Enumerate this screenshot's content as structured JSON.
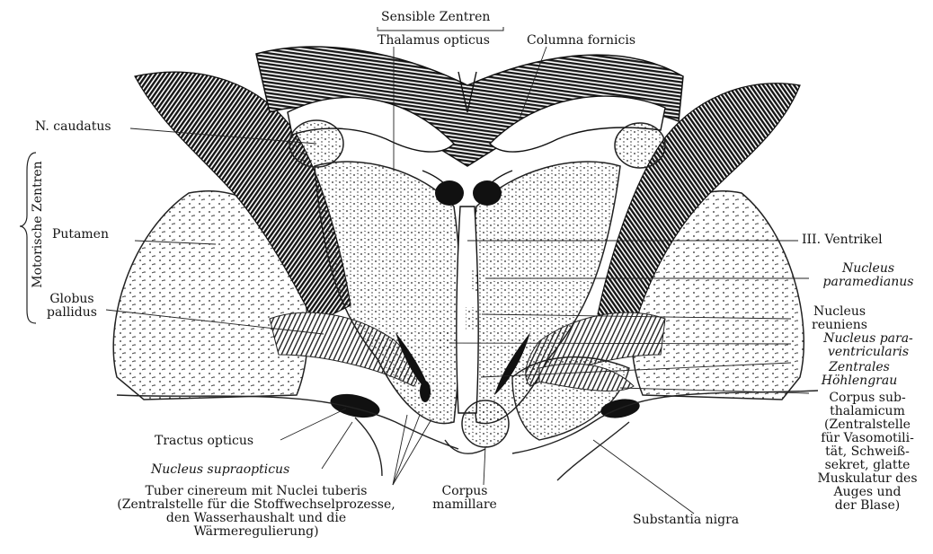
{
  "labels": {
    "sensible_zentren": "Sensible Zentren",
    "thalamus_opticus": "Thalamus opticus",
    "columna_fornicis": "Columna fornicis",
    "motorische_zentren": "Motorische Zentren",
    "n_caudatus": "N. caudatus",
    "putamen": "Putamen",
    "globus_pallidus": [
      "Globus",
      "pallidus"
    ],
    "iii_ventrikel": "III. Ventrikel",
    "nucleus_paramedianus": [
      "Nucleus",
      "paramedianus"
    ],
    "nucleus_reuniens": [
      "Nucleus",
      "reuniens"
    ],
    "nucleus_paraventricularis": [
      "Nucleus para-",
      "ventricularis"
    ],
    "zentrales_hoehlengrau": [
      "Zentrales",
      "Höhlengrau"
    ],
    "corpus_subthalamicum": [
      "Corpus sub-",
      "thalamicum",
      "(Zentralstelle",
      "für Vasomotili-",
      "tät, Schweiß-",
      "sekret, glatte",
      "Muskulatur des",
      "Auges und",
      "der Blase)"
    ],
    "tractus_opticus": "Tractus opticus",
    "nucleus_supraopticus": "Nucleus supraopticus",
    "tuber_cinereum": [
      "Tuber cinereum mit Nuclei tuberis",
      "(Zentralstelle für die Stoffwechselprozesse,",
      "den Wasserhaushalt und die",
      "Wärmeregulierung)"
    ],
    "corpus_mamillare": [
      "Corpus",
      "mamillare"
    ],
    "substantia_nigra": "Substantia nigra"
  },
  "colors": {
    "ink": "#141414",
    "paper": "#ffffff"
  }
}
